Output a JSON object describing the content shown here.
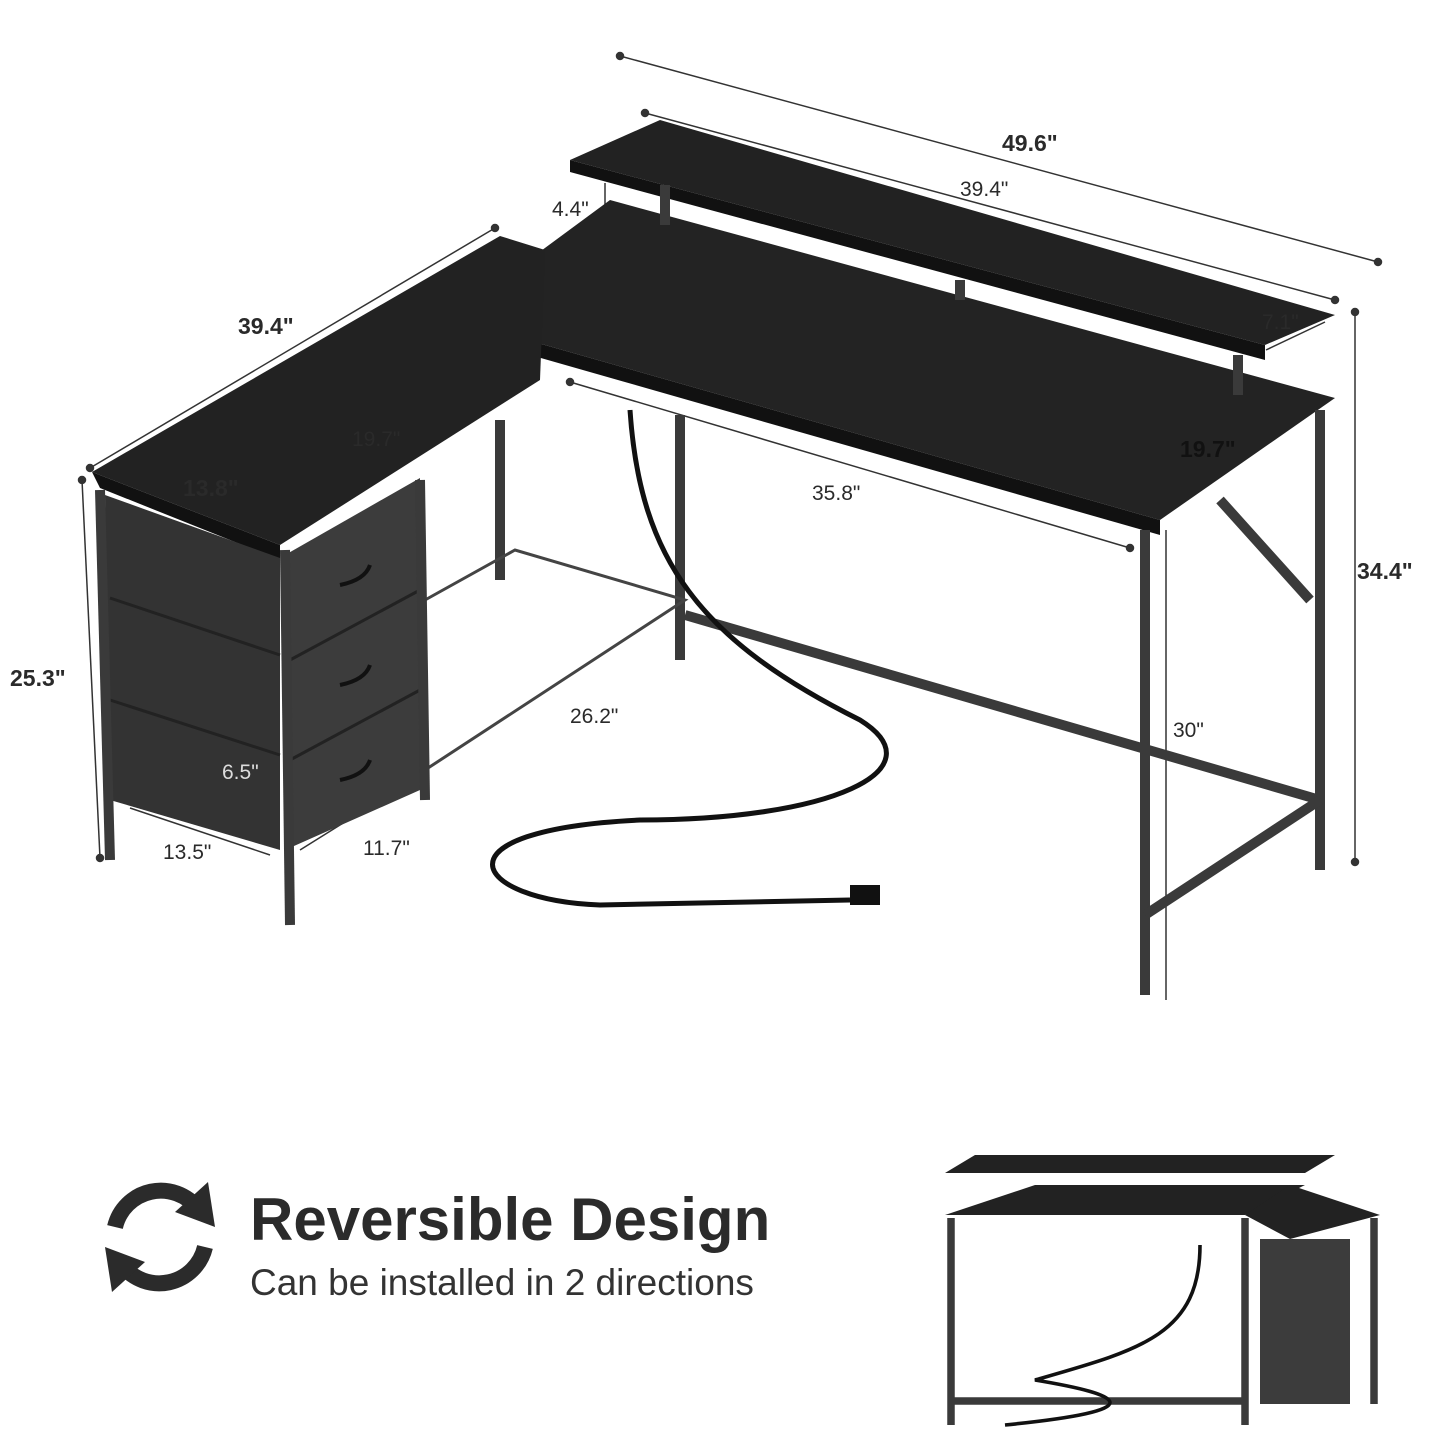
{
  "dimensions": {
    "total_width": "49.6\"",
    "shelf_width": "39.4\"",
    "shelf_height": "4.4\"",
    "side_length": "39.4\"",
    "shelf_depth": "7.1\"",
    "inner_depth_left": "19.7\"",
    "desk_depth": "19.7\"",
    "side_depth": "13.8\"",
    "desk_inner_width": "35.8\"",
    "total_height": "34.4\"",
    "cabinet_height": "25.3\"",
    "mesh_shelf_length": "26.2\"",
    "desk_height": "30\"",
    "drawer_height": "6.5\"",
    "cabinet_depth": "13.5\"",
    "drawer_width": "11.7\""
  },
  "feature": {
    "icon": "reverse-arrows-icon",
    "title": "Reversible Design",
    "subtitle": "Can be installed in 2 directions"
  },
  "colors": {
    "wood": "#1e1e1e",
    "frame": "#3a3a3a",
    "fabric": "#444444",
    "text": "#2b2b2b"
  }
}
